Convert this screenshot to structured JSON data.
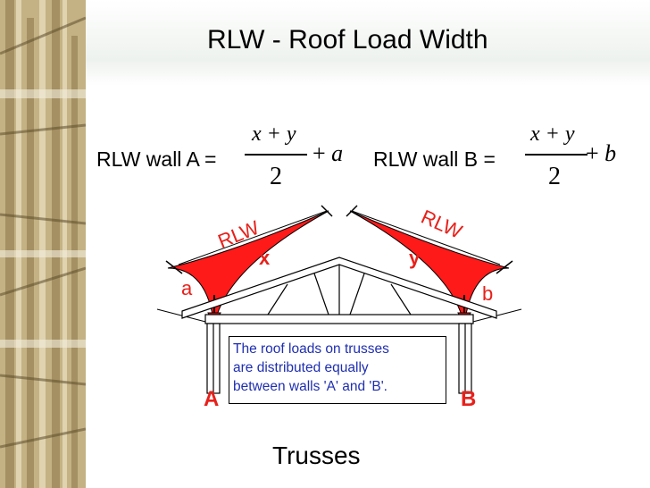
{
  "title": "RLW - Roof Load Width",
  "formulas": [
    {
      "label": "RLW wall A =",
      "numerator": "x + y",
      "denominator": "2",
      "plus": "+",
      "term": "a"
    },
    {
      "label": "RLW wall B =",
      "numerator": "x + y",
      "denominator": "2",
      "plus": "+",
      "term": "b"
    }
  ],
  "diagram": {
    "rlw_left": "RLW",
    "rlw_right": "RLW",
    "x_label": "x",
    "y_label": "y",
    "a_label": "a",
    "b_label": "b",
    "wall_a": "A",
    "wall_b": "B",
    "note_lines": [
      "The roof loads on trusses",
      "are distributed equally",
      "between walls 'A' and 'B'."
    ],
    "caption": "Trusses"
  },
  "colors": {
    "load": "#ff1a1a",
    "accent_red": "#e8201a",
    "note_text": "#1f2fb0"
  }
}
